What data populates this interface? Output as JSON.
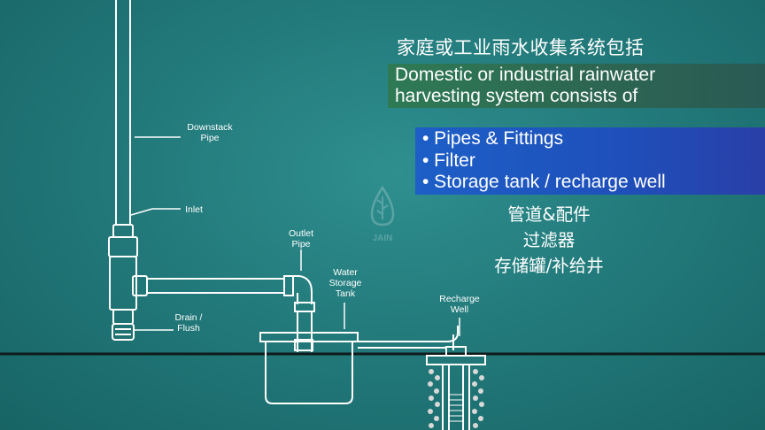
{
  "title_zh": "家庭或工业雨水收集系统包括",
  "title_en": {
    "line1": "Domestic or industrial rainwater",
    "line2": "harvesting system consists of"
  },
  "components": [
    "• Pipes & Fittings",
    "• Filter",
    "• Storage tank / recharge well"
  ],
  "components_zh": [
    "管道&配件",
    "过滤器",
    "存储罐/补给井"
  ],
  "labels": {
    "downstack": [
      "Downstack",
      "Pipe"
    ],
    "inlet": "Inlet",
    "drain": [
      "Drain /",
      "Flush"
    ],
    "outlet": [
      "Outlet",
      "Pipe"
    ],
    "storage": [
      "Water",
      "Storage",
      "Tank"
    ],
    "recharge": [
      "Recharge",
      "Well"
    ]
  },
  "watermark_text": "JAIN",
  "colors": {
    "background": "#237a7b",
    "line": "#ffffff",
    "banner_green": "#2e6a55",
    "banner_blue": "#1f55c0",
    "ground": "#0f1a1a"
  }
}
